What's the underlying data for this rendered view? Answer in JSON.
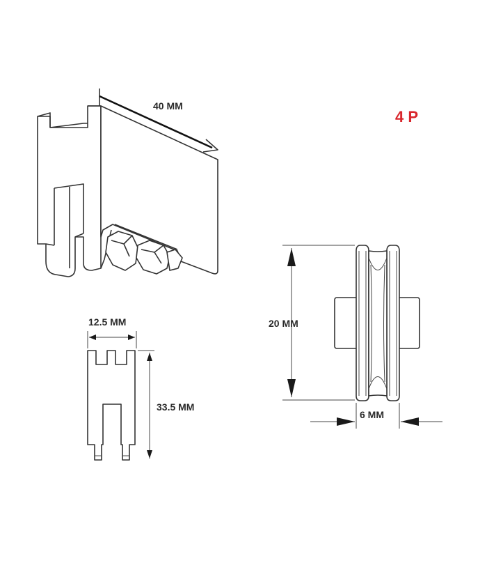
{
  "product": {
    "quantity_label": "4 P",
    "quantity_color": "#d9262c"
  },
  "dimensions": {
    "length": "40 MM",
    "width": "12.5 MM",
    "height": "33.5 MM",
    "wheel_diameter": "20 MM",
    "wheel_thickness": "6 MM"
  },
  "colors": {
    "line": "#333333",
    "background": "#ffffff"
  }
}
